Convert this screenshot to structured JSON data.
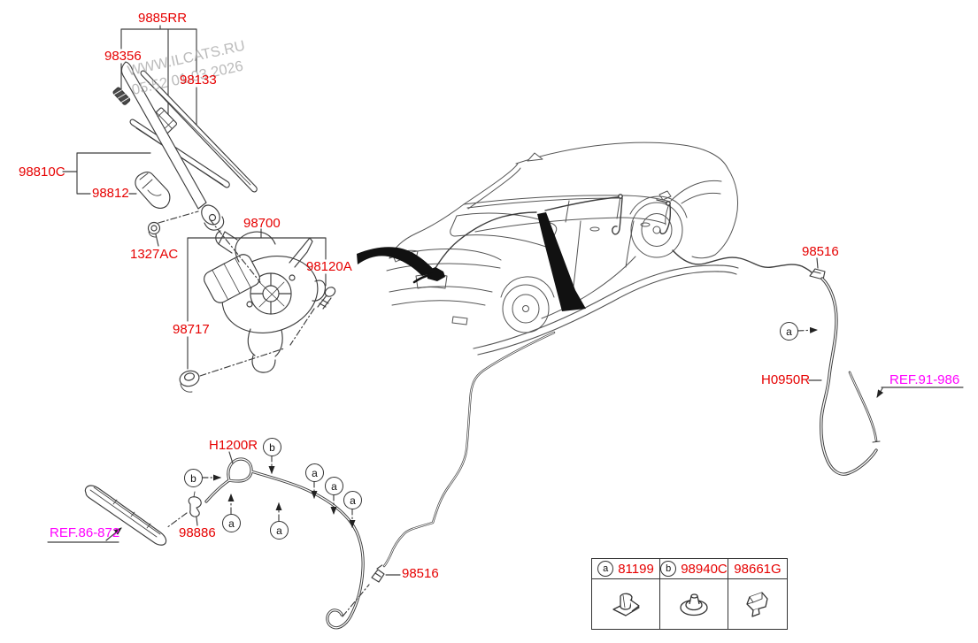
{
  "watermark": {
    "line1": "WWW.ILCATS.RU",
    "line2": "05:52 01.03.2026"
  },
  "colors": {
    "part_label": "#e60000",
    "ref_link": "#ff00ff",
    "diagram_line": "#3d3d3d",
    "highlight_black": "#111111"
  },
  "labels": {
    "p9885RR": "9885RR",
    "p98356": "98356",
    "p98133": "98133",
    "p98810C": "98810C",
    "p98812": "98812",
    "p1327AC": "1327AC",
    "p98700": "98700",
    "p98120A": "98120A",
    "p98717": "98717",
    "p98516_right": "98516",
    "pH0950R": "H0950R",
    "pH1200R": "H1200R",
    "p98886": "98886",
    "p98516_bottom": "98516"
  },
  "ref_links": {
    "ref91": "REF.91-986",
    "ref86": "REF.86-872"
  },
  "callouts": {
    "a": "a",
    "b": "b"
  },
  "legend": {
    "rows": [
      {
        "letter": "a",
        "part": "81199",
        "icon": "push-clip-icon"
      },
      {
        "letter": "b",
        "part": "98940C",
        "icon": "grommet-icon"
      },
      {
        "letter": "",
        "part": "98661G",
        "icon": "wing-clip-icon"
      }
    ]
  }
}
